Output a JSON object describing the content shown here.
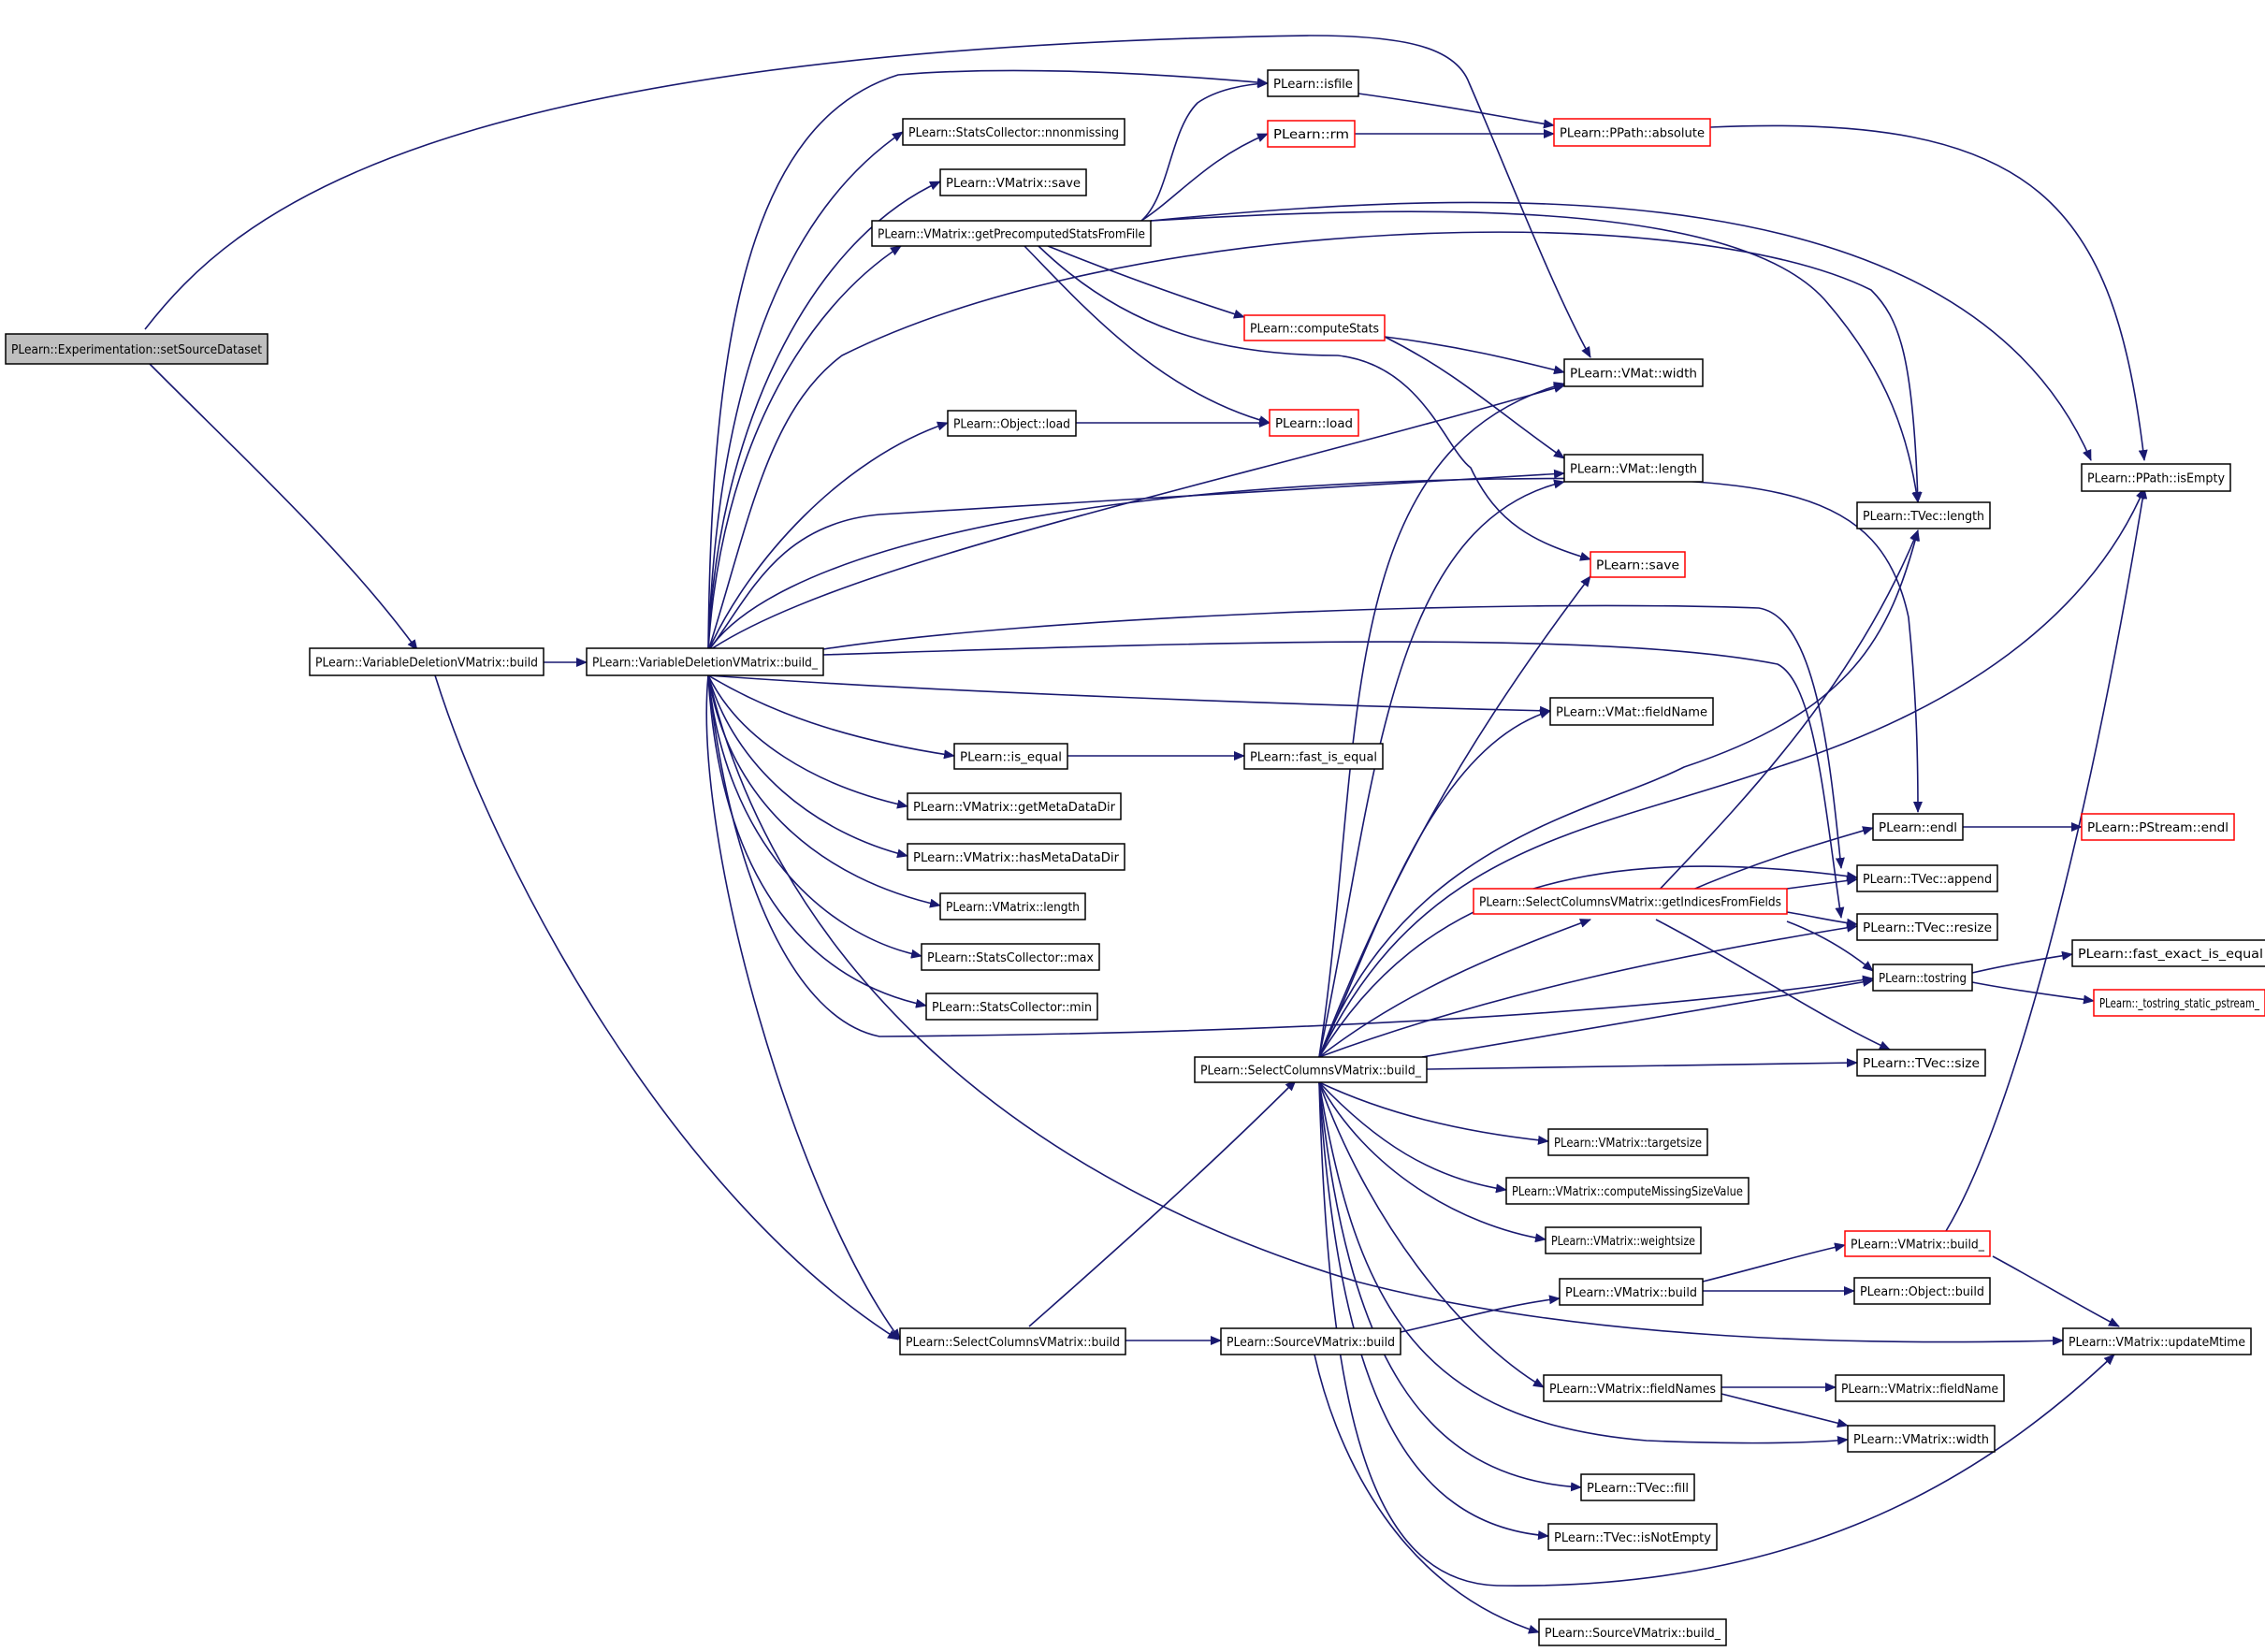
{
  "colors": {
    "edge": "#191970",
    "box_border": "#000000",
    "box_border_highlight": "#ff0000",
    "root_fill": "#bfbfbf",
    "box_fill": "#ffffff"
  },
  "nodes": {
    "setSourceDataset": {
      "label": "PLearn::Experimentation::setSourceDataset",
      "style": "root"
    },
    "vdBuild": {
      "label": "PLearn::VariableDeletionVMatrix::build",
      "style": "normal"
    },
    "vdBuild_": {
      "label": "PLearn::VariableDeletionVMatrix::build_",
      "style": "normal"
    },
    "isfile": {
      "label": "PLearn::isfile",
      "style": "normal"
    },
    "nnonmissing": {
      "label": "PLearn::StatsCollector::nnonmissing",
      "style": "normal"
    },
    "vmSave": {
      "label": "PLearn::VMatrix::save",
      "style": "normal"
    },
    "getPrecomputed": {
      "label": "PLearn::VMatrix::getPrecomputedStatsFromFile",
      "style": "normal"
    },
    "rm": {
      "label": "PLearn::rm",
      "style": "highlight"
    },
    "ppathAbsolute": {
      "label": "PLearn::PPath::absolute",
      "style": "highlight"
    },
    "computeStats": {
      "label": "PLearn::computeStats",
      "style": "highlight"
    },
    "vmatWidth": {
      "label": "PLearn::VMat::width",
      "style": "normal"
    },
    "objLoad": {
      "label": "PLearn::Object::load",
      "style": "normal"
    },
    "load": {
      "label": "PLearn::load",
      "style": "highlight"
    },
    "vmatLength": {
      "label": "PLearn::VMat::length",
      "style": "normal"
    },
    "ppathIsEmpty": {
      "label": "PLearn::PPath::isEmpty",
      "style": "normal"
    },
    "tvecLength": {
      "label": "PLearn::TVec::length",
      "style": "normal"
    },
    "save": {
      "label": "PLearn::save",
      "style": "highlight"
    },
    "vmatFieldName": {
      "label": "PLearn::VMat::fieldName",
      "style": "normal"
    },
    "isEqual": {
      "label": "PLearn::is_equal",
      "style": "normal"
    },
    "fastIsEqual": {
      "label": "PLearn::fast_is_equal",
      "style": "normal"
    },
    "getMetaDataDir": {
      "label": "PLearn::VMatrix::getMetaDataDir",
      "style": "normal"
    },
    "hasMetaDataDir": {
      "label": "PLearn::VMatrix::hasMetaDataDir",
      "style": "normal"
    },
    "vmLength": {
      "label": "PLearn::VMatrix::length",
      "style": "normal"
    },
    "scMax": {
      "label": "PLearn::StatsCollector::max",
      "style": "normal"
    },
    "scMin": {
      "label": "PLearn::StatsCollector::min",
      "style": "normal"
    },
    "endl": {
      "label": "PLearn::endl",
      "style": "normal"
    },
    "pstreamEndl": {
      "label": "PLearn::PStream::endl",
      "style": "highlight"
    },
    "tvecAppend": {
      "label": "PLearn::TVec::append",
      "style": "normal"
    },
    "getIndices": {
      "label": "PLearn::SelectColumnsVMatrix::getIndicesFromFields",
      "style": "highlight"
    },
    "tvecResize": {
      "label": "PLearn::TVec::resize",
      "style": "normal"
    },
    "tostring": {
      "label": "PLearn::tostring",
      "style": "normal"
    },
    "fastExactIsEqual": {
      "label": "PLearn::fast_exact_is_equal",
      "style": "normal"
    },
    "tostringStatic": {
      "label": "PLearn::_tostring_static_pstream_",
      "style": "highlight"
    },
    "scBuild_": {
      "label": "PLearn::SelectColumnsVMatrix::build_",
      "style": "normal"
    },
    "tvecSize": {
      "label": "PLearn::TVec::size",
      "style": "normal"
    },
    "targetsize": {
      "label": "PLearn::VMatrix::targetsize",
      "style": "normal"
    },
    "computeMissing": {
      "label": "PLearn::VMatrix::computeMissingSizeValue",
      "style": "normal"
    },
    "weightsize": {
      "label": "PLearn::VMatrix::weightsize",
      "style": "normal"
    },
    "vmBuild_": {
      "label": "PLearn::VMatrix::build_",
      "style": "highlight"
    },
    "vmBuild": {
      "label": "PLearn::VMatrix::build",
      "style": "normal"
    },
    "objBuild": {
      "label": "PLearn::Object::build",
      "style": "normal"
    },
    "scBuild": {
      "label": "PLearn::SelectColumnsVMatrix::build",
      "style": "normal"
    },
    "srcBuild": {
      "label": "PLearn::SourceVMatrix::build",
      "style": "normal"
    },
    "updateMtime": {
      "label": "PLearn::VMatrix::updateMtime",
      "style": "normal"
    },
    "vmFieldNames": {
      "label": "PLearn::VMatrix::fieldNames",
      "style": "normal"
    },
    "vmFieldName": {
      "label": "PLearn::VMatrix::fieldName",
      "style": "normal"
    },
    "vmWidth": {
      "label": "PLearn::VMatrix::width",
      "style": "normal"
    },
    "tvecFill": {
      "label": "PLearn::TVec::fill",
      "style": "normal"
    },
    "tvecIsNotEmpty": {
      "label": "PLearn::TVec::isNotEmpty",
      "style": "normal"
    },
    "srcBuild_": {
      "label": "PLearn::SourceVMatrix::build_",
      "style": "normal"
    }
  }
}
